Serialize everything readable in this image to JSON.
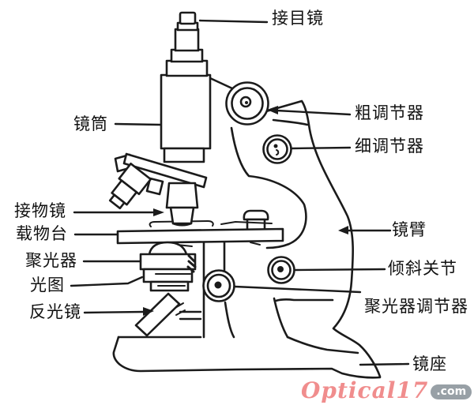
{
  "diagram": {
    "subject": "microscope-structure-diagram",
    "labels": {
      "eyepiece": "接目镜",
      "tube": "镜筒",
      "coarse_adjuster": "粗调节器",
      "fine_adjuster": "细调节器",
      "objective": "接物镜",
      "stage": "载物台",
      "condenser": "聚光器",
      "diaphragm": "光图",
      "mirror": "反光镜",
      "arm": "镜臂",
      "inclination_joint": "倾斜关节",
      "condenser_adjuster": "聚光器调节器",
      "base": "镜座"
    },
    "colors": {
      "line": "#1b1b1b",
      "background": "#ffffff",
      "watermark_text": "#f08d8d",
      "watermark_badge": "#98a0a6"
    }
  },
  "watermark": {
    "brand": "Optical17",
    "suffix": ".com"
  }
}
